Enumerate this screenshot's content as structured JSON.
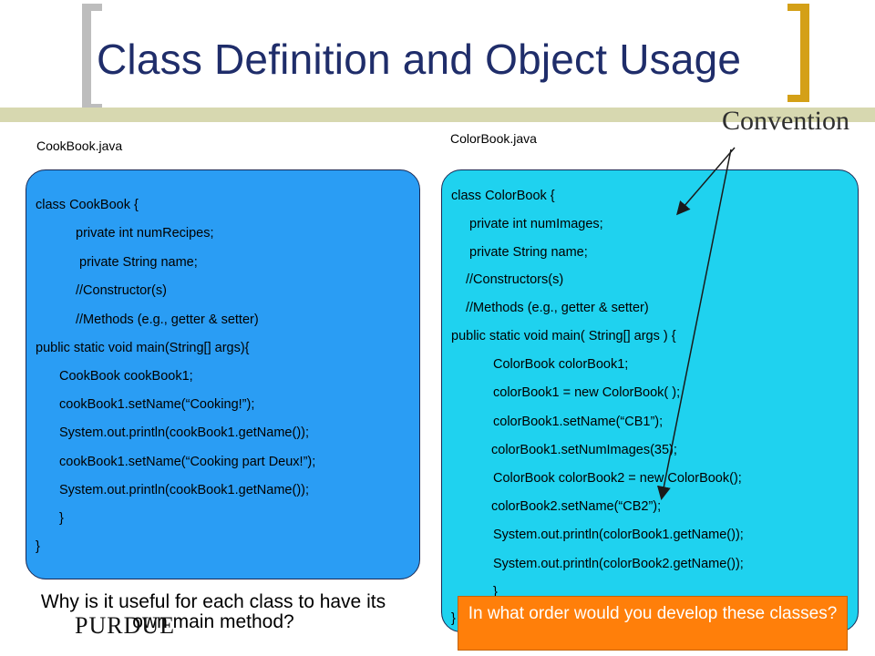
{
  "slide": {
    "title": "Class Definition and Object Usage",
    "annotation_label": "Convention",
    "logo_text": "PURDUE"
  },
  "left_panel": {
    "filename": "CookBook.java",
    "code_lines": [
      "class CookBook {",
      "private int numRecipes;",
      "private String name;",
      "//Constructor(s)",
      "//Methods (e.g., getter & setter)",
      "public static void main(String[] args){",
      "CookBook cookBook1;",
      "cookBook1.setName(“Cooking!”);",
      "System.out.println(cookBook1.getName());",
      "cookBook1.setName(“Cooking part Deux!”);",
      "System.out.println(cookBook1.getName());",
      "}",
      "}"
    ],
    "question": "Why is it useful for each class to have its own main method?"
  },
  "right_panel": {
    "filename": "ColorBook.java",
    "code_lines": [
      "class ColorBook {",
      "private int numImages;",
      "private String name;",
      "//Constructors(s)",
      "//Methods (e.g., getter & setter)",
      "public static void main( String[] args ) {",
      "ColorBook colorBook1;",
      "colorBook1 = new ColorBook( );",
      "colorBook1.setName(“CB1”);",
      "colorBook1.setNumImages(35);",
      "ColorBook colorBook2 = new ColorBook();",
      "colorBook2.setName(“CB2”);",
      "System.out.println(colorBook1.getName());",
      "System.out.println(colorBook2.getName());",
      "}",
      "}"
    ],
    "callout": "In what order would you develop these classes?"
  },
  "colors": {
    "title": "#1f2d6a",
    "left_box": "#2a9df4",
    "right_box": "#1fd2ef",
    "callout": "#ff7f0a",
    "bracket_left": "#bdbdbd",
    "bracket_right": "#d4a017"
  }
}
